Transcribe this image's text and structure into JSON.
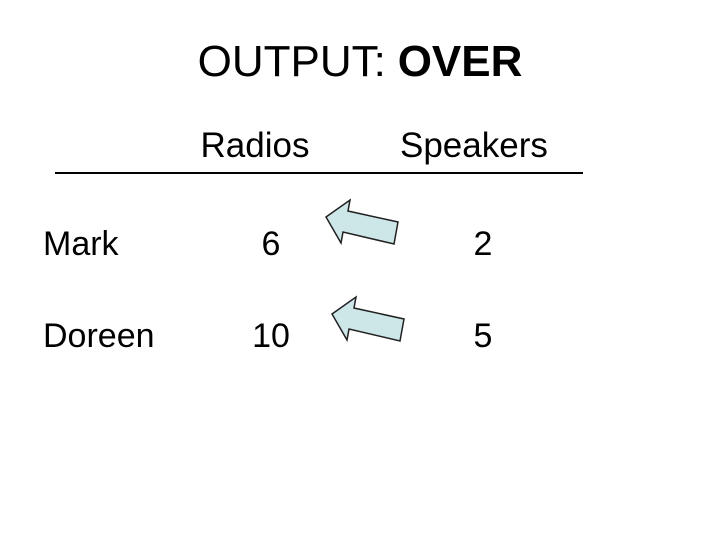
{
  "slide": {
    "title": {
      "prefix": "OUTPUT:",
      "emphasis": "OVER"
    },
    "table": {
      "columns": [
        "Radios",
        "Speakers"
      ],
      "rows": [
        {
          "name": "Mark",
          "radios": "6",
          "speakers": "2"
        },
        {
          "name": "Doreen",
          "radios": "10",
          "speakers": "5"
        }
      ]
    },
    "shapes": {
      "arrow_direction": "up-left",
      "arrow_fill": "#cde7e9",
      "arrow_stroke": "#202020"
    },
    "colors": {
      "background": "#ffffff",
      "text": "#000000",
      "rule": "#000000"
    }
  }
}
